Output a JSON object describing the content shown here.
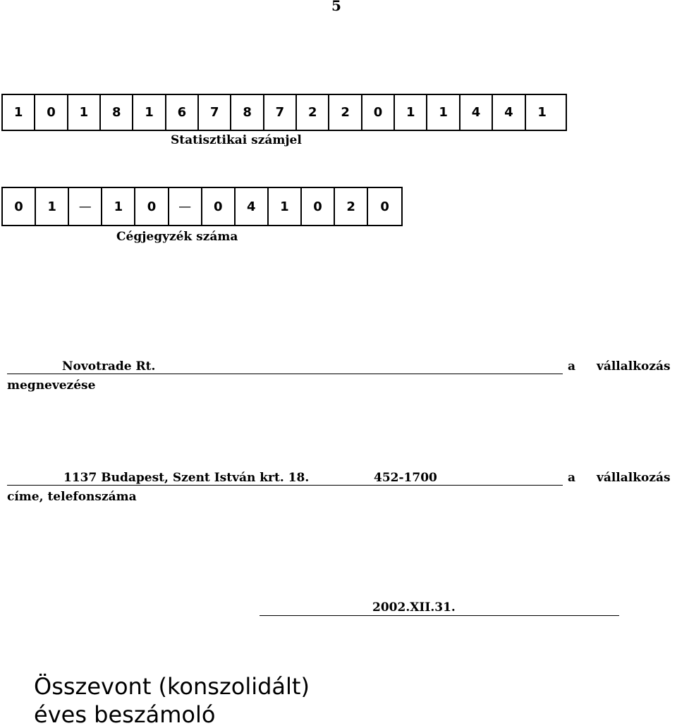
{
  "page_number": "5",
  "statistical_code": {
    "digits": [
      "1",
      "0",
      "1",
      "8",
      "1",
      "6",
      "7",
      "8",
      "7",
      "2",
      "2",
      "0",
      "1",
      "1",
      "4",
      "4",
      "1"
    ],
    "label": "Statisztikai számjel"
  },
  "registry_number": {
    "cells": [
      "0",
      "1",
      "—",
      "1",
      "0",
      "—",
      "0",
      "4",
      "1",
      "0",
      "2",
      "0"
    ],
    "label": "Cégjegyzék száma"
  },
  "company": {
    "name": "Novotrade Rt.",
    "suffix_a": "a",
    "suffix_word": "vállalkozás",
    "continuation": "megnevezése"
  },
  "address": {
    "address": "1137 Budapest, Szent István krt. 18.",
    "phone": "452-1700",
    "suffix_a": "a",
    "suffix_word": "vállalkozás",
    "continuation": "címe, telefonszáma"
  },
  "report_date": "2002.XII.31.",
  "title": {
    "line1": "Összevont (konszolidált)",
    "line2": "éves beszámoló"
  }
}
